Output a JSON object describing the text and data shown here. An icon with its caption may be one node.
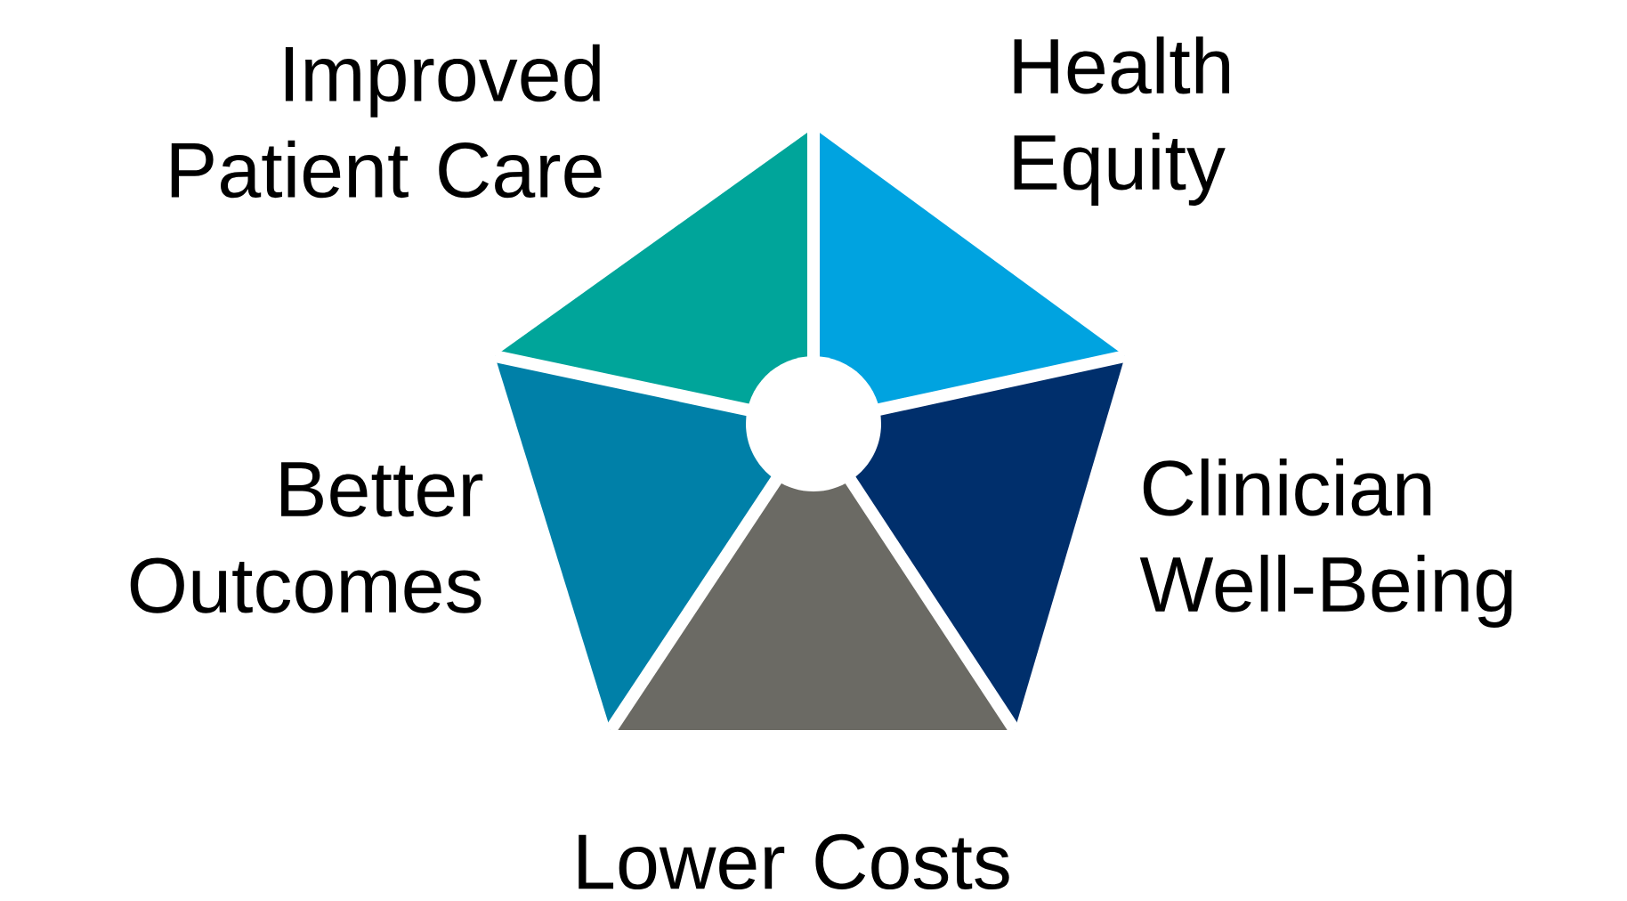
{
  "diagram": {
    "nodes": [
      {
        "text": [
          "Improved Patient Care"
        ]
      },
      {
        "text": [
          "Health Equity"
        ]
      },
      {
        "text": [
          "Better Outcomes"
        ]
      },
      {
        "text": [
          "Clinician Well-Being"
        ]
      },
      {
        "text": [
          "Lower Costs"
        ]
      }
    ]
  }
}
